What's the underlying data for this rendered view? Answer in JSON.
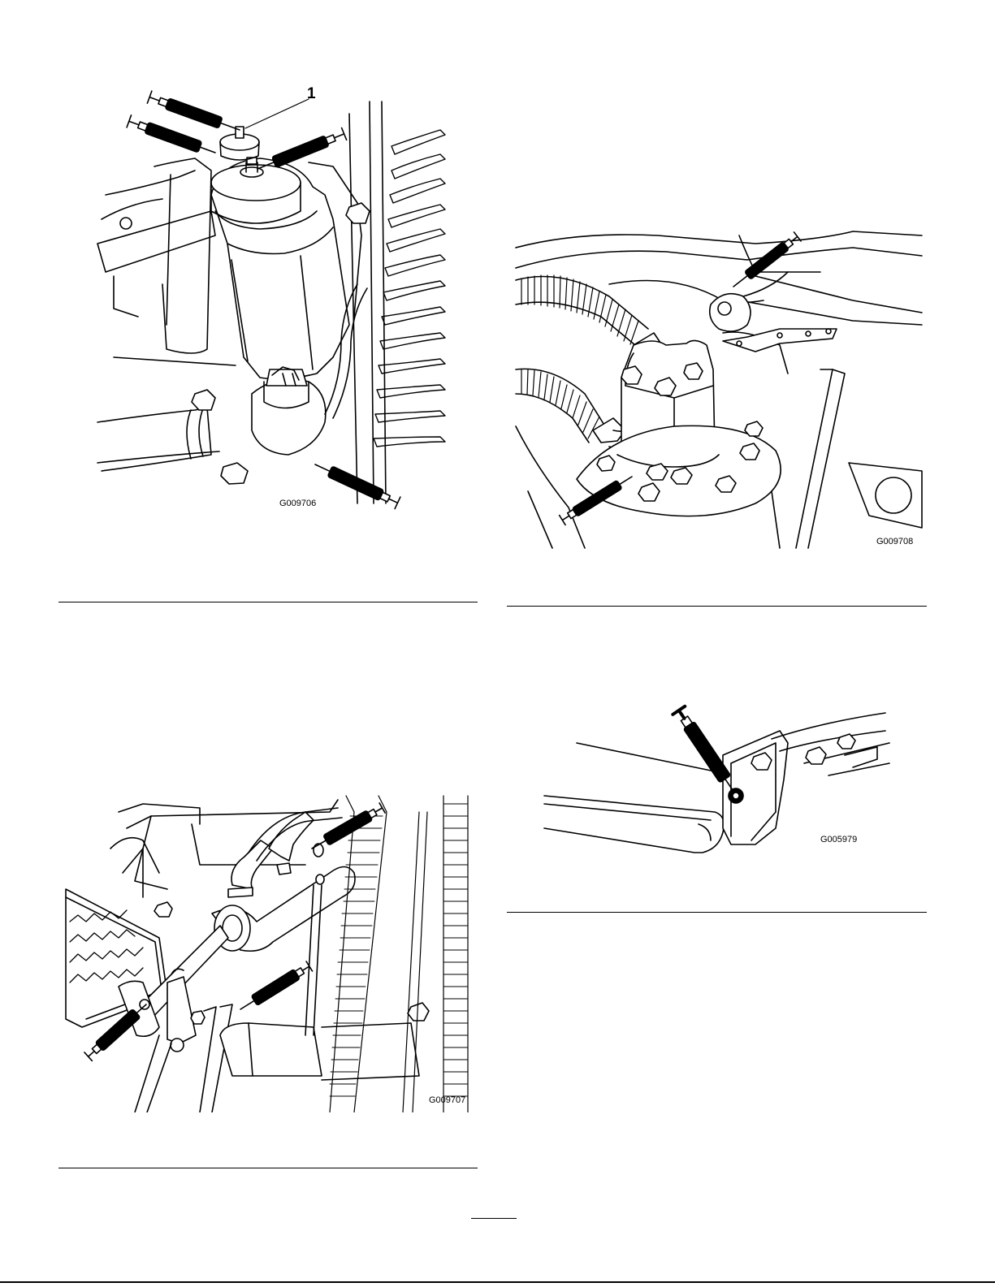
{
  "figures": [
    {
      "code": "G009706",
      "callout": "1"
    },
    {
      "code": "G009708"
    },
    {
      "code": "G009707"
    },
    {
      "code": "G005979"
    }
  ]
}
